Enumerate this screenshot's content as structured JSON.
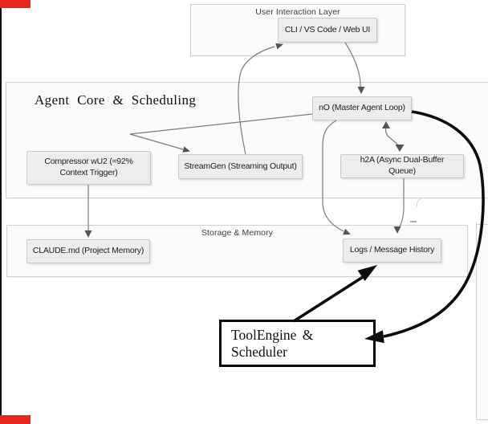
{
  "user_layer": {
    "label": "User Interaction Layer",
    "node_cli": "CLI / VS Code / Web UI"
  },
  "agent_core": {
    "title": "Agent Core & Scheduling",
    "node_no": "nO (Master Agent Loop)",
    "node_compressor": "Compressor wU2 (≈92% Context Trigger)",
    "node_streamgen": "StreamGen (Streaming Output)",
    "node_h2a": "h2A (Async Dual-Buffer Queue)"
  },
  "storage": {
    "label": "Storage & Memory",
    "node_claude": "CLAUDE.md (Project Memory)",
    "node_logs": "Logs / Message History"
  },
  "tool_engine": {
    "label": "ToolEngine & Scheduler"
  },
  "colors": {
    "node_fill": "#ededed",
    "node_border": "#c9c9c9",
    "container_fill": "#fbfbfb",
    "container_border": "#d0d0d0",
    "edge_gray": "#7b7b7b",
    "edge_black": "#0d0d0d",
    "marker_red": "#e8251f"
  }
}
